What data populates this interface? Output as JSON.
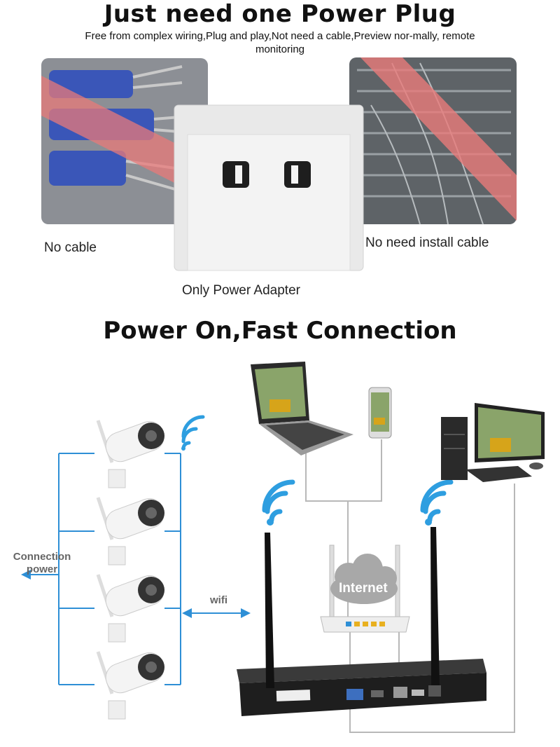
{
  "section1": {
    "title": "Just need one Power Plug",
    "subtitle": "Free from complex wiring,Plug and play,Not need a cable,Preview nor-mally, remote monitoring",
    "caption_left": "No cable",
    "caption_right": "No need install cable",
    "caption_center": "Only Power Adapter"
  },
  "section2": {
    "title": "Power On,Fast Connection",
    "label_connection": "Connection power",
    "label_wifi": "wifi",
    "label_internet": "Internet"
  },
  "colors": {
    "blue_line": "#2e8fd6",
    "gray_line": "#b8b8b8",
    "strike_red": "#e87a7a",
    "cloud": "#a8a8a8"
  },
  "icons": [
    "network-cable-icon",
    "server-rack-icon",
    "power-outlet-icon",
    "camera-icon",
    "wifi-icon",
    "laptop-icon",
    "phone-icon",
    "desktop-icon",
    "router-icon",
    "cloud-icon",
    "nvr-icon"
  ]
}
